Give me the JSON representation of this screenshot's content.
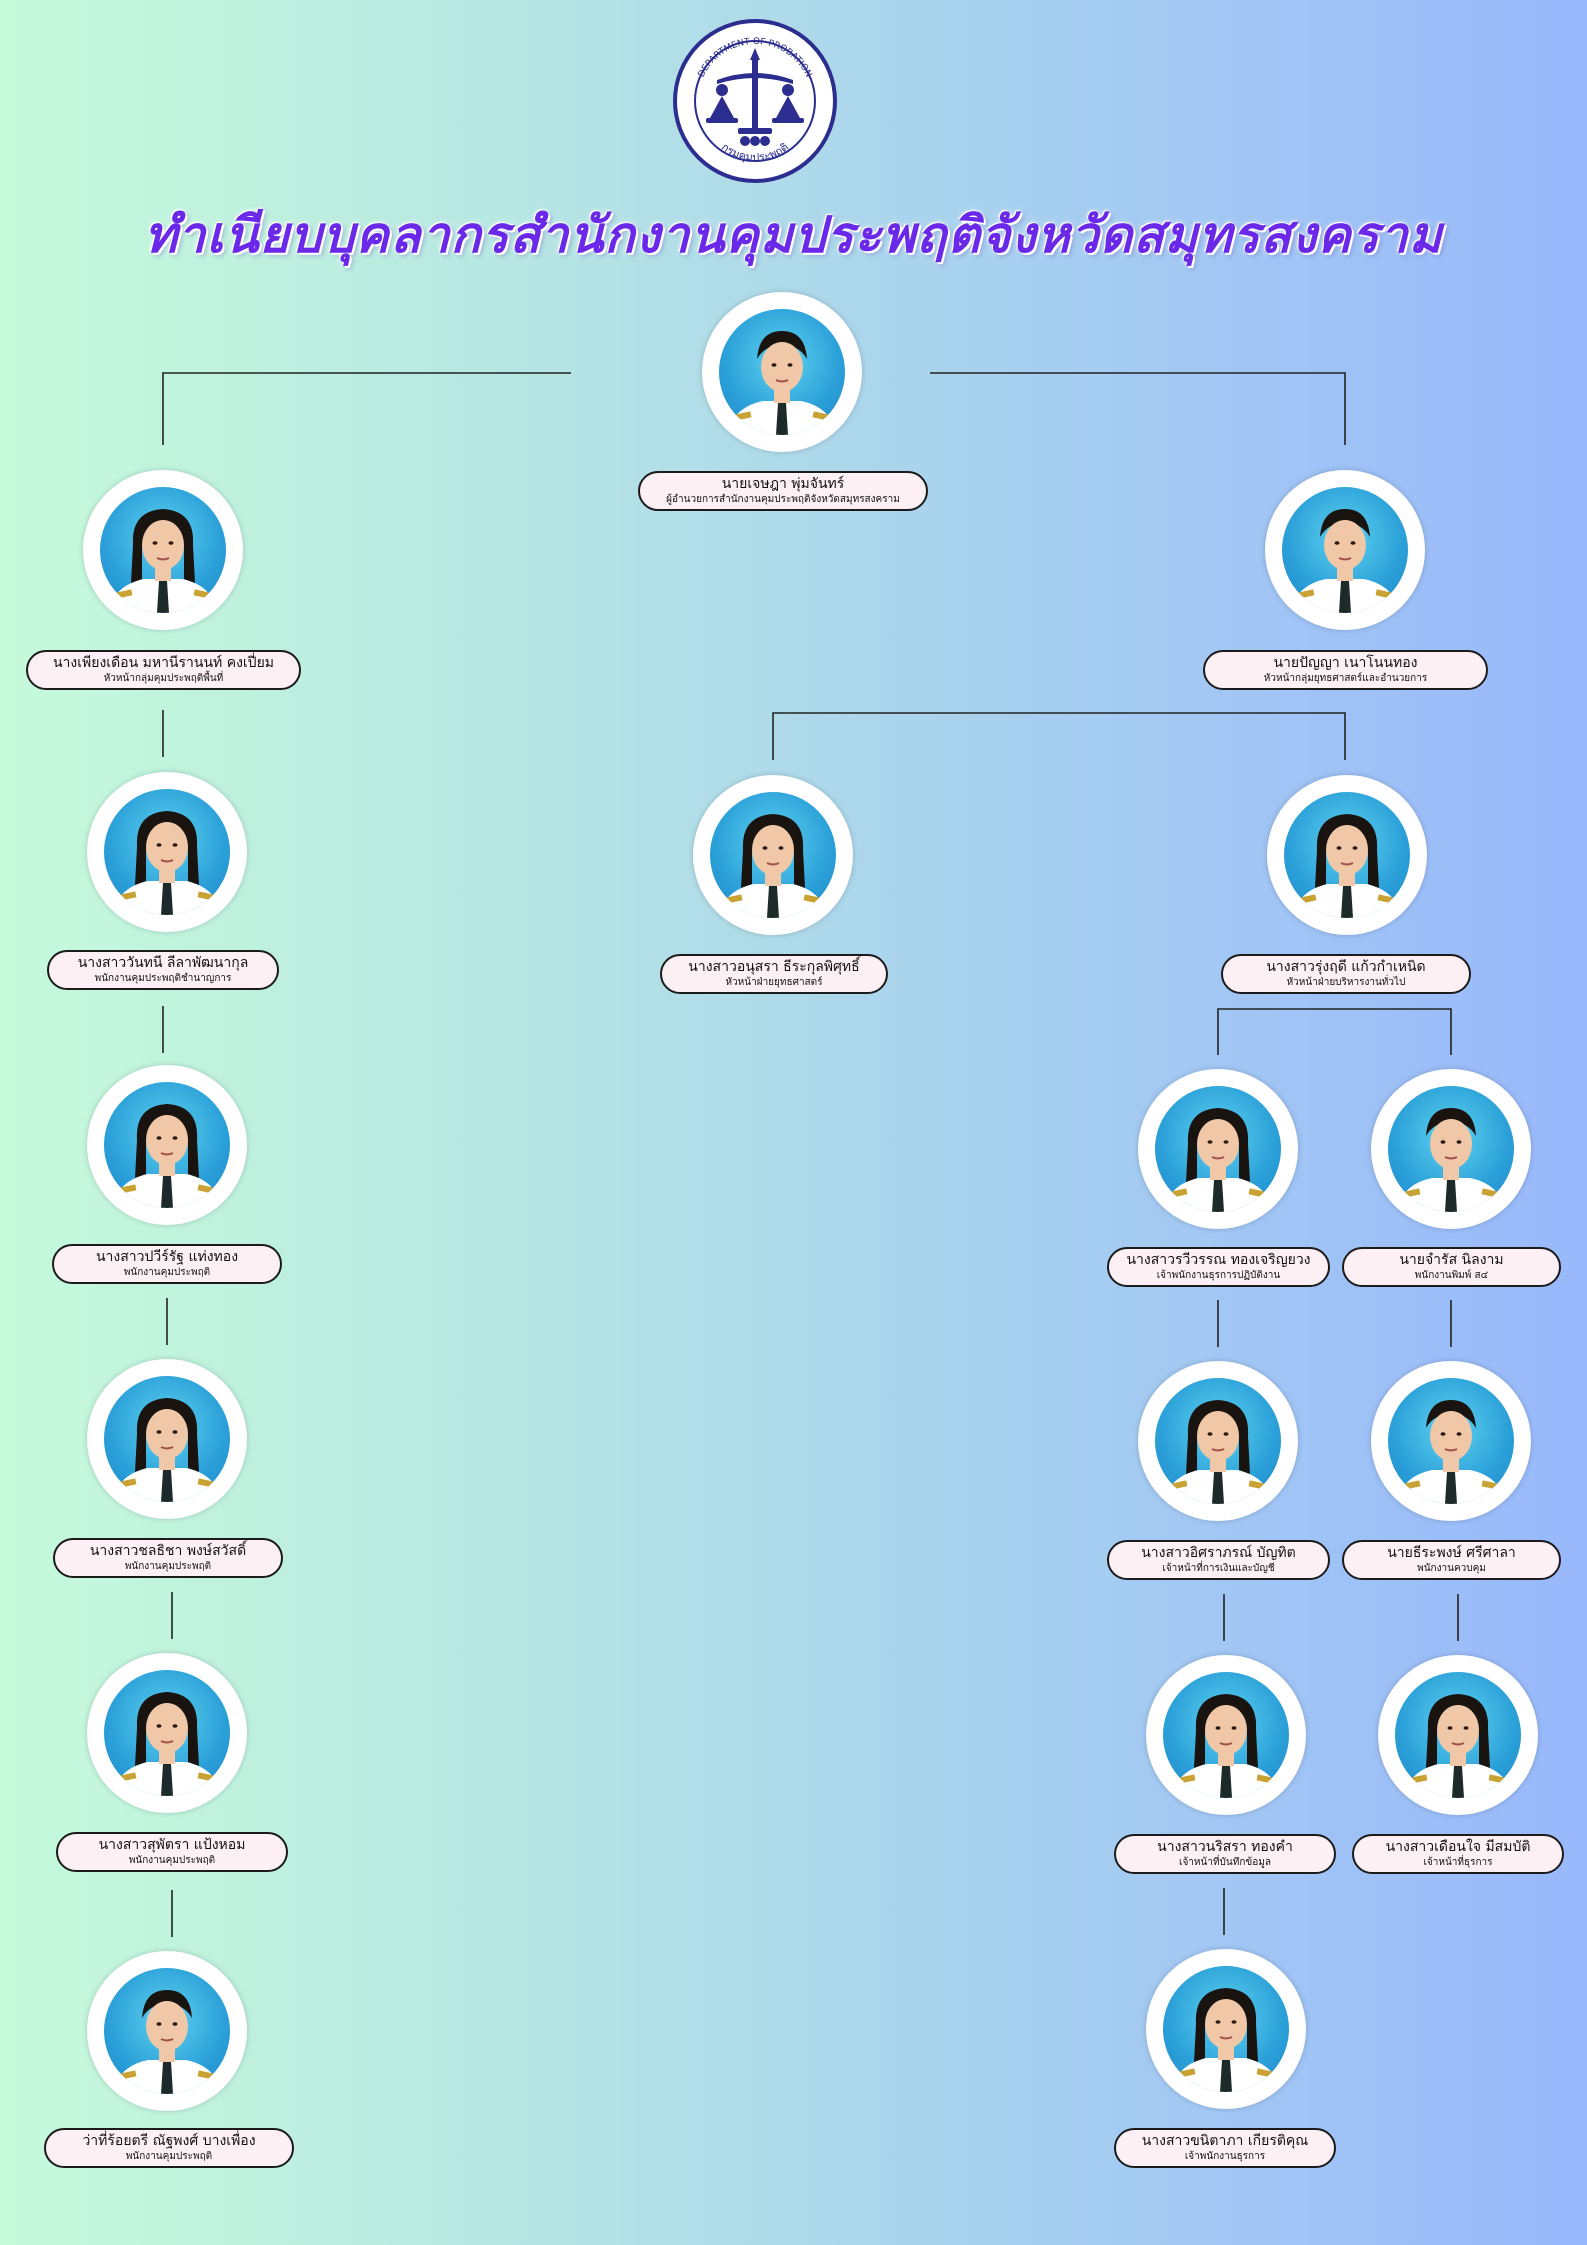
{
  "logo": {
    "top_text": "DEPARTMENT OF PROBATION",
    "bottom_text": "กรมคุมประพฤติ",
    "icon": "scales-of-justice-seal-icon"
  },
  "title": "ทำเนียบบุคลากรสำนักงานคุมประพฤติจังหวัดสมุทรสงคราม",
  "colors": {
    "title": "#6a28e8",
    "label_bg": "#fdf0f4",
    "photo_bg": "#2a9fd8",
    "line": "#222222"
  },
  "staff": [
    {
      "id": "director",
      "name": "นายเจษฎา  พุ่มจันทร์",
      "role": "ผู้อำนวยการสำนักงานคุมประพฤติจังหวัดสมุทรสงคราม",
      "gender": "m"
    },
    {
      "id": "head-left",
      "name": "นางเพียงเดือน มหานีรานนท์  คงเปี่ยม",
      "role": "หัวหน้ากลุ่มคุมประพฤติพื้นที่",
      "gender": "f"
    },
    {
      "id": "head-right",
      "name": "นายปัญญา  เนาโนนทอง",
      "role": "หัวหน้ากลุ่มยุทธศาสตร์และอำนวยการ",
      "gender": "m"
    },
    {
      "id": "l1",
      "name": "นางสาววันทนี  ลีลาพัฒนากุล",
      "role": "พนักงานคุมประพฤติชำนาญการ",
      "gender": "f"
    },
    {
      "id": "l2",
      "name": "นางสาวปวีร์รัฐ  แท่งทอง",
      "role": "พนักงานคุมประพฤติ",
      "gender": "f"
    },
    {
      "id": "l3",
      "name": "นางสาวชลธิชา  พงษ์สวัสดิ์",
      "role": "พนักงานคุมประพฤติ",
      "gender": "f"
    },
    {
      "id": "l4",
      "name": "นางสาวสุพัตรา  แป้งหอม",
      "role": "พนักงานคุมประพฤติ",
      "gender": "f"
    },
    {
      "id": "l5",
      "name": "ว่าที่ร้อยตรี ณัฐพงศ์  บางเพื่อง",
      "role": "พนักงานคุมประพฤติ",
      "gender": "m"
    },
    {
      "id": "strategy",
      "name": "นางสาวอนุสรา  ธีระกุลพิศุทธิ์",
      "role": "หัวหน้าฝ่ายยุทธศาสตร์",
      "gender": "f"
    },
    {
      "id": "admin",
      "name": "นางสาวรุ่งฤดี  แก้วกำเหนิด",
      "role": "หัวหน้าฝ่ายบริหารงานทั่วไป",
      "gender": "f"
    },
    {
      "id": "a1",
      "name": "นางสาวรวีวรรณ  ทองเจริญยวง",
      "role": "เจ้าพนักงานธุรการปฏิบัติงาน",
      "gender": "f"
    },
    {
      "id": "a2",
      "name": "นางสาวอิศราภรณ์  บัญทิต",
      "role": "เจ้าหน้าที่การเงินและบัญชี",
      "gender": "f"
    },
    {
      "id": "a3",
      "name": "นางสาวนริสรา  ทองคำ",
      "role": "เจ้าหน้าที่บันทึกข้อมูล",
      "gender": "f"
    },
    {
      "id": "a4",
      "name": "นางสาวขนิตาภา  เกียรติคุณ",
      "role": "เจ้าพนักงานธุรการ",
      "gender": "f"
    },
    {
      "id": "b1",
      "name": "นายจำรัส  นิลงาม",
      "role": "พนักงานพิมพ์ ส๔",
      "gender": "m"
    },
    {
      "id": "b2",
      "name": "นายธีระพงษ์  ศรีศาลา",
      "role": "พนักงานควบคุม",
      "gender": "m"
    },
    {
      "id": "b3",
      "name": "นางสาวเดือนใจ  มีสมบัติ",
      "role": "เจ้าหน้าที่ธุรการ",
      "gender": "f"
    }
  ]
}
